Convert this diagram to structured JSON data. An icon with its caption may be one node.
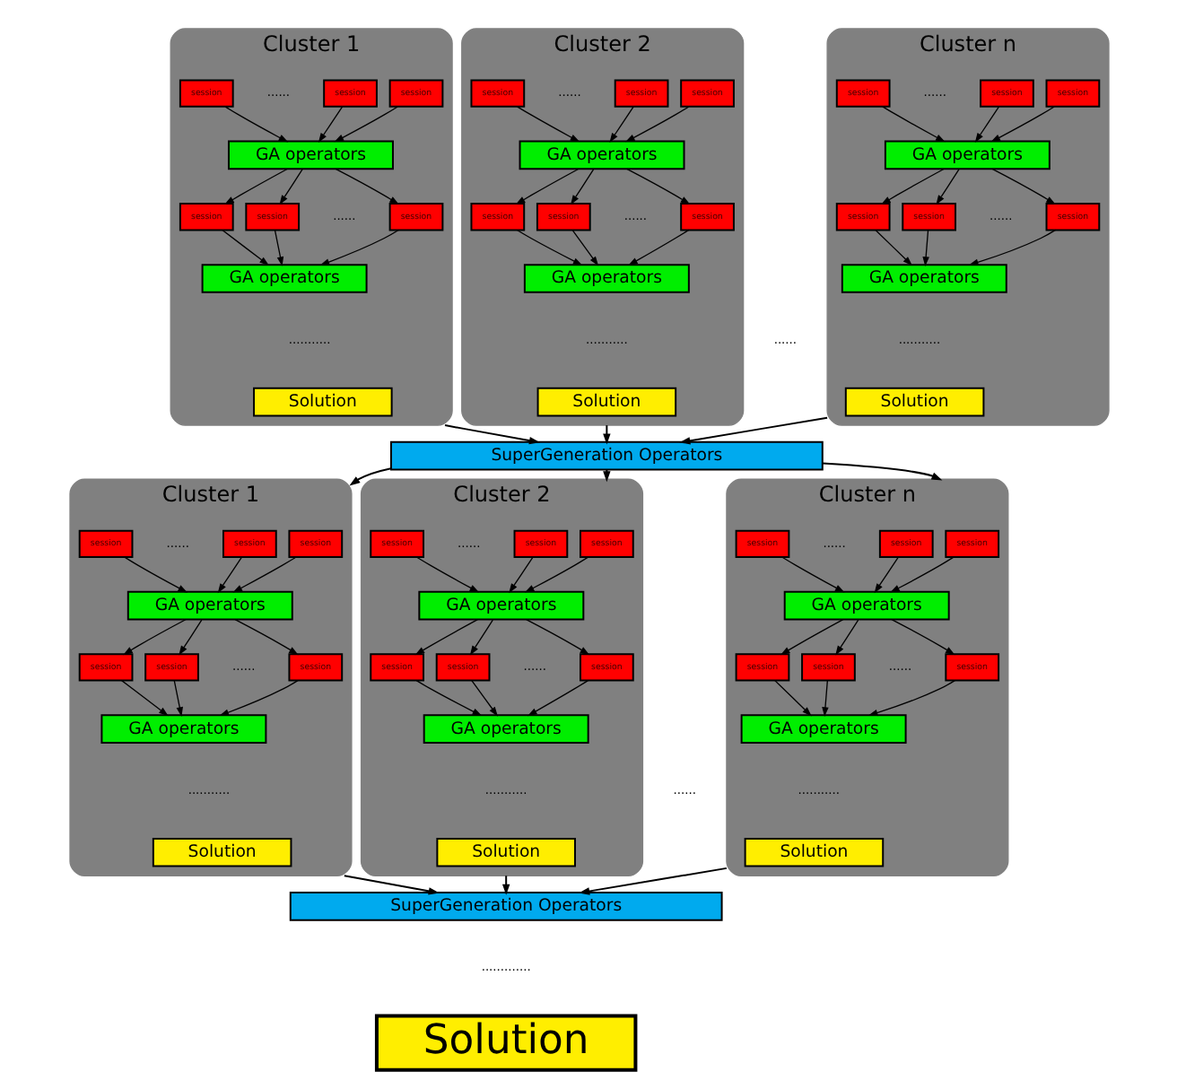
{
  "diagram": {
    "nodes": [
      {
        "text": [
          "Cluster 1"
        ]
      },
      {
        "text": [
          "session"
        ],
        "in": 0
      },
      {
        "text": [
          "session"
        ],
        "in": 0
      },
      {
        "text": [
          "session"
        ],
        "in": 0
      },
      {
        "text": [
          "GA operators"
        ],
        "in": 0
      },
      {
        "text": [
          "session"
        ],
        "in": 0
      },
      {
        "text": [
          "session"
        ],
        "in": 0
      },
      {
        "text": [
          "session"
        ],
        "in": 0
      },
      {
        "text": [
          "GA operators"
        ],
        "in": 0
      },
      {
        "text": [
          "Solution"
        ],
        "in": 0
      },
      {
        "text": [
          "Cluster 2"
        ]
      },
      {
        "text": [
          "session"
        ],
        "in": 10
      },
      {
        "text": [
          "session"
        ],
        "in": 10
      },
      {
        "text": [
          "session"
        ],
        "in": 10
      },
      {
        "text": [
          "GA operators"
        ],
        "in": 10
      },
      {
        "text": [
          "session"
        ],
        "in": 10
      },
      {
        "text": [
          "session"
        ],
        "in": 10
      },
      {
        "text": [
          "session"
        ],
        "in": 10
      },
      {
        "text": [
          "GA operators"
        ],
        "in": 10
      },
      {
        "text": [
          "Solution"
        ],
        "in": 10
      },
      {
        "text": [
          "Cluster n"
        ]
      },
      {
        "text": [
          "session"
        ],
        "in": 20
      },
      {
        "text": [
          "session"
        ],
        "in": 20
      },
      {
        "text": [
          "session"
        ],
        "in": 20
      },
      {
        "text": [
          "GA operators"
        ],
        "in": 20
      },
      {
        "text": [
          "session"
        ],
        "in": 20
      },
      {
        "text": [
          "session"
        ],
        "in": 20
      },
      {
        "text": [
          "session"
        ],
        "in": 20
      },
      {
        "text": [
          "GA operators"
        ],
        "in": 20
      },
      {
        "text": [
          "Solution"
        ],
        "in": 20
      },
      {
        "text": [
          "SuperGeneration Operators"
        ]
      },
      {
        "text": [
          "Cluster 1"
        ]
      },
      {
        "text": [
          "session"
        ],
        "in": 31
      },
      {
        "text": [
          "session"
        ],
        "in": 31
      },
      {
        "text": [
          "session"
        ],
        "in": 31
      },
      {
        "text": [
          "GA operators"
        ],
        "in": 31
      },
      {
        "text": [
          "session"
        ],
        "in": 31
      },
      {
        "text": [
          "session"
        ],
        "in": 31
      },
      {
        "text": [
          "session"
        ],
        "in": 31
      },
      {
        "text": [
          "GA operators"
        ],
        "in": 31
      },
      {
        "text": [
          "Solution"
        ],
        "in": 31
      },
      {
        "text": [
          "Cluster 2"
        ]
      },
      {
        "text": [
          "session"
        ],
        "in": 41
      },
      {
        "text": [
          "session"
        ],
        "in": 41
      },
      {
        "text": [
          "session"
        ],
        "in": 41
      },
      {
        "text": [
          "GA operators"
        ],
        "in": 41
      },
      {
        "text": [
          "session"
        ],
        "in": 41
      },
      {
        "text": [
          "session"
        ],
        "in": 41
      },
      {
        "text": [
          "session"
        ],
        "in": 41
      },
      {
        "text": [
          "GA operators"
        ],
        "in": 41
      },
      {
        "text": [
          "Solution"
        ],
        "in": 41
      },
      {
        "text": [
          "Cluster n"
        ]
      },
      {
        "text": [
          "session"
        ],
        "in": 51
      },
      {
        "text": [
          "session"
        ],
        "in": 51
      },
      {
        "text": [
          "session"
        ],
        "in": 51
      },
      {
        "text": [
          "GA operators"
        ],
        "in": 51
      },
      {
        "text": [
          "session"
        ],
        "in": 51
      },
      {
        "text": [
          "session"
        ],
        "in": 51
      },
      {
        "text": [
          "session"
        ],
        "in": 51
      },
      {
        "text": [
          "GA operators"
        ],
        "in": 51
      },
      {
        "text": [
          "Solution"
        ],
        "in": 51
      },
      {
        "text": [
          "SuperGeneration Operators"
        ]
      },
      {
        "text": [
          "Solution"
        ]
      }
    ],
    "edges": [
      {
        "from": 1,
        "to": 4,
        "arrow": "to"
      },
      {
        "from": 2,
        "to": 4,
        "arrow": "to"
      },
      {
        "from": 3,
        "to": 4,
        "arrow": "to"
      },
      {
        "from": 4,
        "to": 5,
        "arrow": "to"
      },
      {
        "from": 4,
        "to": 6,
        "arrow": "to"
      },
      {
        "from": 4,
        "to": 7,
        "arrow": "to"
      },
      {
        "from": 5,
        "to": 8,
        "arrow": "to"
      },
      {
        "from": 6,
        "to": 8,
        "arrow": "to"
      },
      {
        "from": 7,
        "to": 8,
        "arrow": "to"
      },
      {
        "from": 11,
        "to": 14,
        "arrow": "to"
      },
      {
        "from": 12,
        "to": 14,
        "arrow": "to"
      },
      {
        "from": 13,
        "to": 14,
        "arrow": "to"
      },
      {
        "from": 14,
        "to": 15,
        "arrow": "to"
      },
      {
        "from": 14,
        "to": 16,
        "arrow": "to"
      },
      {
        "from": 14,
        "to": 17,
        "arrow": "to"
      },
      {
        "from": 15,
        "to": 18,
        "arrow": "to"
      },
      {
        "from": 16,
        "to": 18,
        "arrow": "to"
      },
      {
        "from": 17,
        "to": 18,
        "arrow": "to"
      },
      {
        "from": 21,
        "to": 24,
        "arrow": "to"
      },
      {
        "from": 22,
        "to": 24,
        "arrow": "to"
      },
      {
        "from": 23,
        "to": 24,
        "arrow": "to"
      },
      {
        "from": 24,
        "to": 25,
        "arrow": "to"
      },
      {
        "from": 24,
        "to": 26,
        "arrow": "to"
      },
      {
        "from": 24,
        "to": 27,
        "arrow": "to"
      },
      {
        "from": 25,
        "to": 28,
        "arrow": "to"
      },
      {
        "from": 26,
        "to": 28,
        "arrow": "to"
      },
      {
        "from": 27,
        "to": 28,
        "arrow": "to"
      },
      {
        "from": 0,
        "to": 30,
        "arrow": "to"
      },
      {
        "from": 10,
        "to": 30,
        "arrow": "to"
      },
      {
        "from": 20,
        "to": 30,
        "arrow": "to"
      },
      {
        "from": 30,
        "to": 31,
        "arrow": "to"
      },
      {
        "from": 30,
        "to": 41,
        "arrow": "to"
      },
      {
        "from": 30,
        "to": 51,
        "arrow": "to"
      },
      {
        "from": 32,
        "to": 35,
        "arrow": "to"
      },
      {
        "from": 33,
        "to": 35,
        "arrow": "to"
      },
      {
        "from": 34,
        "to": 35,
        "arrow": "to"
      },
      {
        "from": 35,
        "to": 36,
        "arrow": "to"
      },
      {
        "from": 35,
        "to": 37,
        "arrow": "to"
      },
      {
        "from": 35,
        "to": 38,
        "arrow": "to"
      },
      {
        "from": 36,
        "to": 39,
        "arrow": "to"
      },
      {
        "from": 37,
        "to": 39,
        "arrow": "to"
      },
      {
        "from": 38,
        "to": 39,
        "arrow": "to"
      },
      {
        "from": 42,
        "to": 45,
        "arrow": "to"
      },
      {
        "from": 43,
        "to": 45,
        "arrow": "to"
      },
      {
        "from": 44,
        "to": 45,
        "arrow": "to"
      },
      {
        "from": 45,
        "to": 46,
        "arrow": "to"
      },
      {
        "from": 45,
        "to": 47,
        "arrow": "to"
      },
      {
        "from": 45,
        "to": 48,
        "arrow": "to"
      },
      {
        "from": 46,
        "to": 49,
        "arrow": "to"
      },
      {
        "from": 47,
        "to": 49,
        "arrow": "to"
      },
      {
        "from": 48,
        "to": 49,
        "arrow": "to"
      },
      {
        "from": 52,
        "to": 55,
        "arrow": "to"
      },
      {
        "from": 53,
        "to": 55,
        "arrow": "to"
      },
      {
        "from": 54,
        "to": 55,
        "arrow": "to"
      },
      {
        "from": 55,
        "to": 56,
        "arrow": "to"
      },
      {
        "from": 55,
        "to": 57,
        "arrow": "to"
      },
      {
        "from": 55,
        "to": 58,
        "arrow": "to"
      },
      {
        "from": 56,
        "to": 59,
        "arrow": "to"
      },
      {
        "from": 57,
        "to": 59,
        "arrow": "to"
      },
      {
        "from": 58,
        "to": 59,
        "arrow": "to"
      },
      {
        "from": 31,
        "to": 61,
        "arrow": "to"
      },
      {
        "from": 41,
        "to": 61,
        "arrow": "to"
      },
      {
        "from": 51,
        "to": 61,
        "arrow": "to"
      }
    ],
    "labels": [
      "......",
      "......",
      "...........",
      "......",
      "......",
      "...........",
      "......",
      "......",
      "......",
      "...........",
      "......",
      "......",
      "...........",
      "......",
      "......",
      "...........",
      "......",
      "......",
      "......",
      "...........",
      "............."
    ]
  }
}
